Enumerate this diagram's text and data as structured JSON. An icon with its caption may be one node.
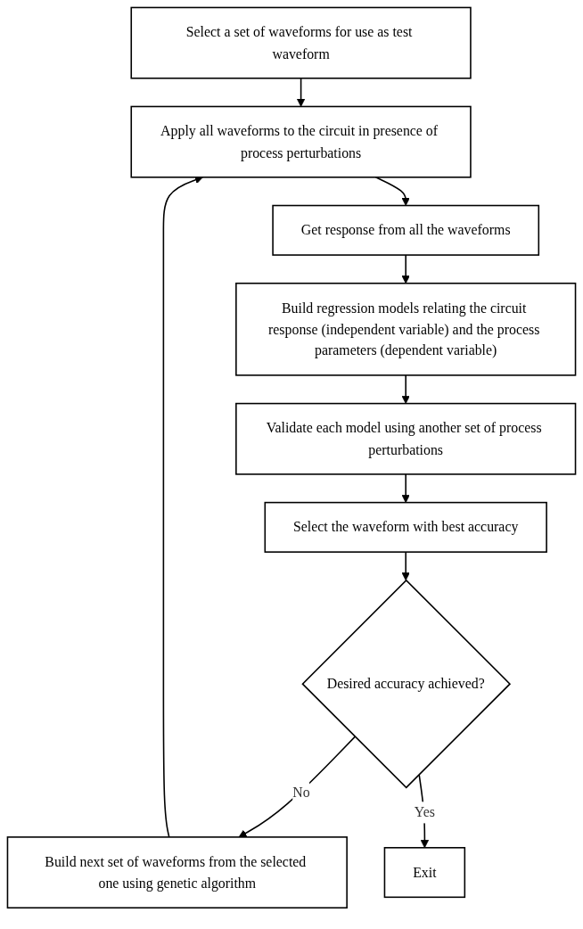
{
  "diagram": {
    "nodes": [
      {
        "text": [
          "Select a set of waveforms for use as test waveform"
        ]
      },
      {
        "text": [
          "Apply all waveforms to the circuit in presence of process perturbations"
        ]
      },
      {
        "text": [
          "Get response from all the waveforms"
        ]
      },
      {
        "text": [
          "Build regression models relating the circuit response (independent variable) and the process parameters (dependent variable)"
        ]
      },
      {
        "text": [
          "Validate each model using another set of process perturbations"
        ]
      },
      {
        "text": [
          "Select the waveform with best accuracy"
        ]
      },
      {
        "text": [
          "Desired accuracy achieved?"
        ]
      },
      {
        "text": [
          "Build next set of waveforms from the selected one using genetic algorithm"
        ]
      },
      {
        "text": [
          "Exit"
        ]
      }
    ],
    "edges": [
      {
        "from": 0,
        "to": 1,
        "arrow": "to"
      },
      {
        "from": 1,
        "to": 2,
        "arrow": "to"
      },
      {
        "from": 2,
        "to": 3,
        "arrow": "to"
      },
      {
        "from": 3,
        "to": 4,
        "arrow": "to"
      },
      {
        "from": 4,
        "to": 5,
        "arrow": "to"
      },
      {
        "from": 5,
        "to": 6,
        "arrow": "to"
      },
      {
        "from": 6,
        "to": 7,
        "label": "No",
        "arrow": "to"
      },
      {
        "from": 6,
        "to": 8,
        "label": "Yes",
        "arrow": "to"
      },
      {
        "from": 7,
        "to": 1,
        "arrow": "to"
      }
    ]
  }
}
